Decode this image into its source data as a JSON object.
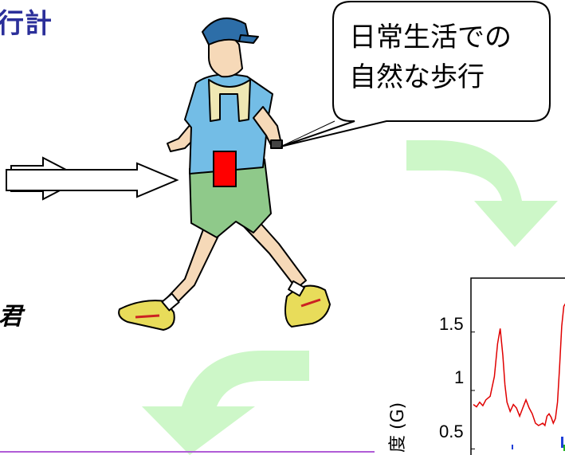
{
  "slide": {
    "title_fragment": "行計",
    "italic_fragment": "君",
    "callout_line1": "日常生活での",
    "callout_line2": "自然な歩行"
  },
  "icons": {
    "sensor": "red-sensor-box",
    "arrow_in": "white-arrow-right",
    "arrow_down_right": "green-curved-arrow",
    "arrow_down_left": "green-curved-arrow"
  },
  "colors": {
    "title": "#2b2f9a",
    "arrow_green": "#cdf7c8",
    "sensor_red": "#ff0000",
    "signal_red": "#e00000",
    "divider": "#b05cd6"
  },
  "chart_data": {
    "type": "line",
    "ylabel": "度 (G)",
    "yticks": [
      "1.5",
      "1",
      "0.5"
    ],
    "ylim": [
      0.4,
      1.9
    ],
    "series": [
      {
        "values": [
          [
            0,
            0.88
          ],
          [
            0.3,
            0.86
          ],
          [
            0.6,
            0.9
          ],
          [
            0.9,
            0.87
          ],
          [
            1.2,
            0.92
          ],
          [
            1.6,
            0.95
          ],
          [
            2.0,
            1.12
          ],
          [
            2.3,
            1.4
          ],
          [
            2.55,
            1.53
          ],
          [
            2.8,
            1.3
          ],
          [
            3.0,
            1.05
          ],
          [
            3.2,
            0.9
          ],
          [
            3.5,
            0.82
          ],
          [
            3.8,
            0.88
          ],
          [
            4.1,
            0.85
          ],
          [
            4.4,
            0.78
          ],
          [
            4.7,
            0.85
          ],
          [
            5.0,
            0.92
          ],
          [
            5.3,
            0.85
          ],
          [
            5.6,
            0.8
          ],
          [
            5.9,
            0.72
          ],
          [
            6.2,
            0.7
          ],
          [
            6.6,
            0.72
          ],
          [
            6.8,
            0.7
          ],
          [
            7.0,
            0.78
          ],
          [
            7.2,
            0.8
          ],
          [
            7.4,
            0.77
          ],
          [
            7.6,
            0.72
          ],
          [
            7.8,
            0.76
          ],
          [
            8.0,
            0.9
          ],
          [
            8.2,
            1.2
          ],
          [
            8.4,
            1.55
          ],
          [
            8.6,
            1.72
          ],
          [
            8.8,
            1.75
          ]
        ]
      }
    ]
  }
}
